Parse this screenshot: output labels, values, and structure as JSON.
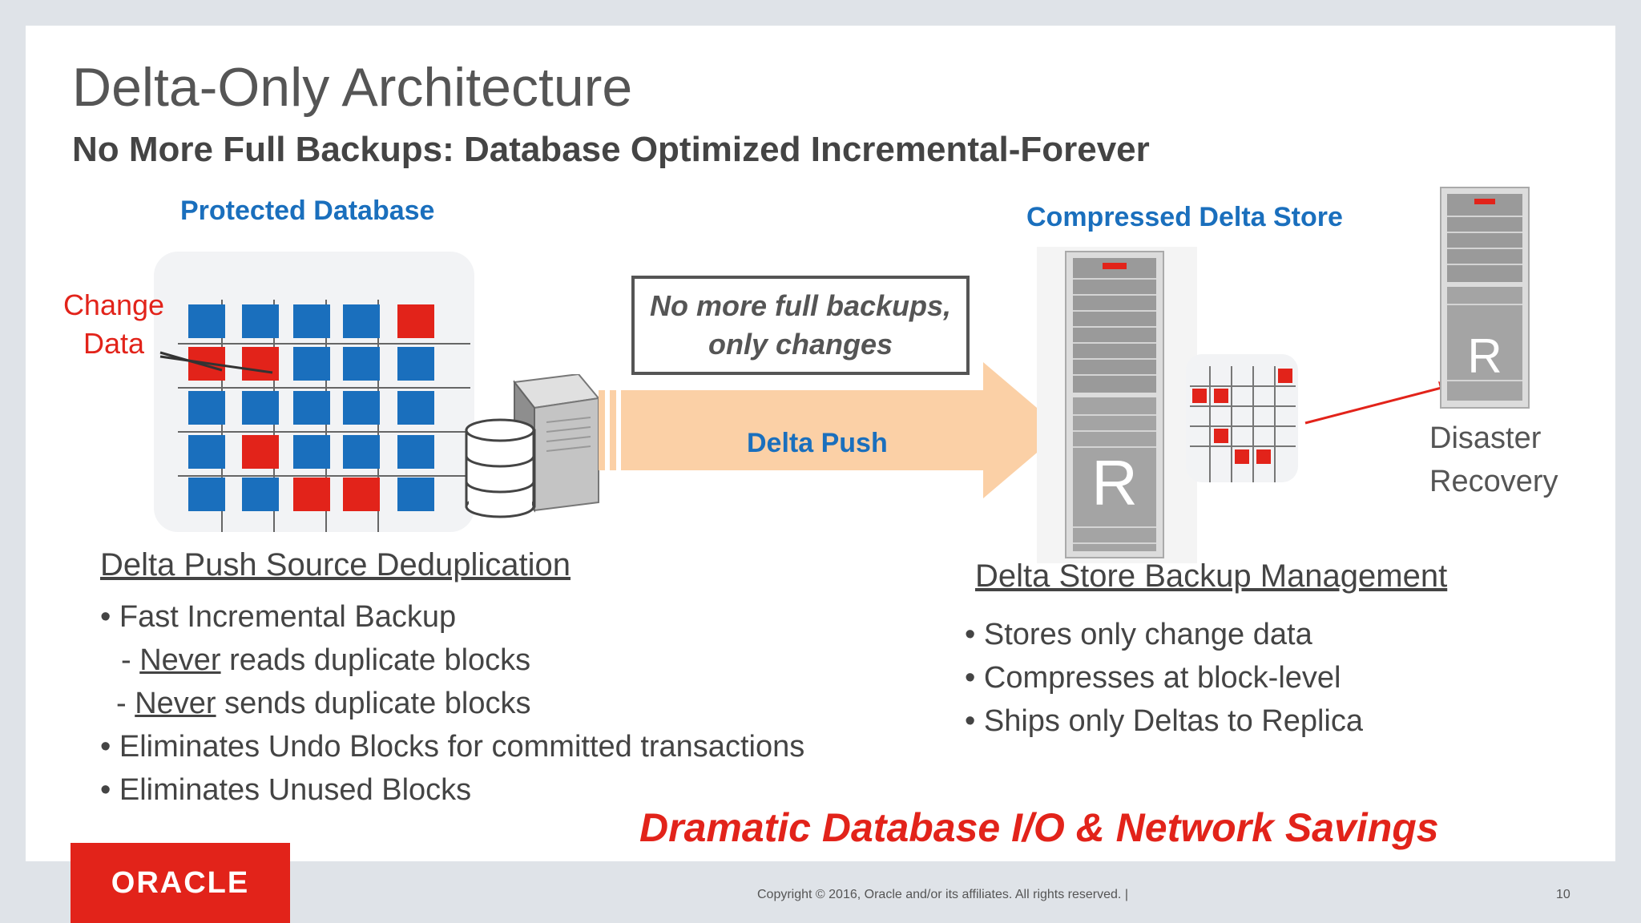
{
  "slide": {
    "title": "Delta-Only Architecture",
    "subtitle": "No More Full Backups: Database Optimized Incremental-Forever"
  },
  "diagram": {
    "protected_db_label": "Protected Database",
    "change_data_line1": "Change",
    "change_data_line2": "Data",
    "callout_line1": "No more full backups,",
    "callout_line2": "only changes",
    "delta_push_label": "Delta Push",
    "compressed_store_label": "Compressed Delta Store",
    "disaster_line1": "Disaster",
    "disaster_line2": "Recovery",
    "appliance_letter": "R",
    "colors": {
      "blue": "#1a6fbd",
      "red": "#e2231a",
      "arrow": "#fbd0a6"
    }
  },
  "left_section": {
    "heading": "Delta Push Source Deduplication",
    "b1": "Fast Incremental Backup",
    "b2_prefix": "- ",
    "b2_u": "Never",
    "b2_rest": " reads duplicate blocks",
    "b3_prefix": "- ",
    "b3_u": "Never",
    "b3_rest": " sends duplicate blocks",
    "b4": "Eliminates Undo Blocks for committed transactions",
    "b5": "Eliminates Unused Blocks"
  },
  "right_section": {
    "heading": "Delta Store Backup Management",
    "b1": "Stores only change data",
    "b2": "Compresses at block-level",
    "b3": "Ships only Deltas to Replica"
  },
  "tagline": "Dramatic Database I/O & Network Savings",
  "footer": {
    "logo": "ORACLE",
    "copyright": "Copyright © 2016, Oracle and/or its affiliates. All rights reserved.  |",
    "page_number": "10"
  }
}
